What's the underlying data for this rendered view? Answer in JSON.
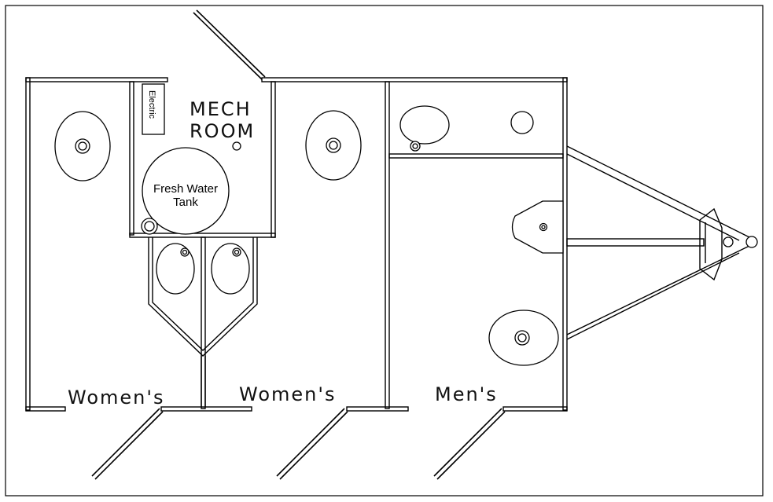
{
  "rooms": {
    "mech_room_line1": "MECH",
    "mech_room_line2": "ROOM",
    "womens_1": "Women's",
    "womens_2": "Women's",
    "mens": "Men's"
  },
  "fixtures": {
    "electric_panel": "Electric",
    "water_tank_line1": "Fresh Water",
    "water_tank_line2": "Tank"
  },
  "colors": {
    "line": "#000000",
    "background": "#ffffff"
  }
}
